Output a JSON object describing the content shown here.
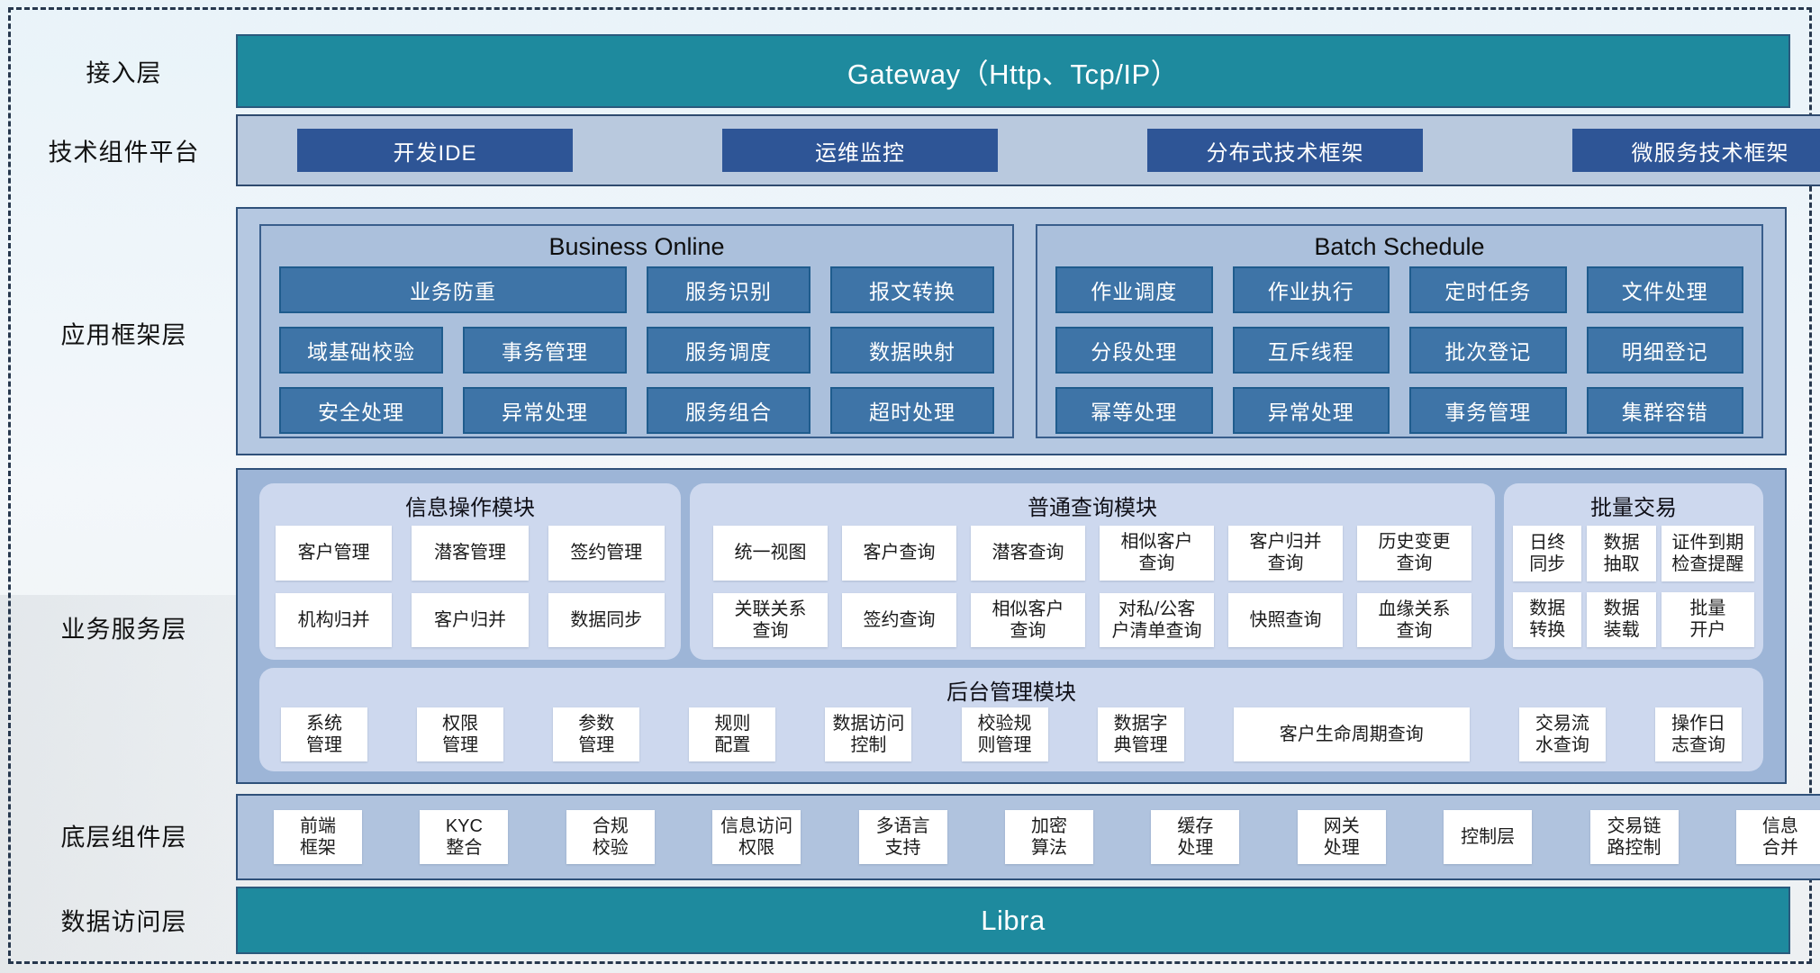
{
  "colors": {
    "teal_bar": "#1e8a9e",
    "navy_chip": "#2e5596",
    "steel_chip": "#3e74a7",
    "light_container": "#b9c9de",
    "framework_container": "#b5c8e1",
    "service_container": "#9db5d7",
    "module_bg": "#cdd8ee",
    "dashed_border": "#26374d"
  },
  "access_layer": {
    "label": "接入层",
    "bar": "Gateway（Http、Tcp/IP）"
  },
  "tech_layer": {
    "label": "技术组件平台",
    "items": [
      "开发IDE",
      "运维监控",
      "分布式技术框架",
      "微服务技术框架"
    ]
  },
  "framework_layer": {
    "label": "应用框架层",
    "business_online": {
      "title": "Business Online",
      "chips": [
        "业务防重",
        "服务识别",
        "报文转换",
        "域基础校验",
        "事务管理",
        "服务调度",
        "数据映射",
        "安全处理",
        "异常处理",
        "服务组合",
        "超时处理"
      ]
    },
    "batch_schedule": {
      "title": "Batch Schedule",
      "chips": [
        "作业调度",
        "作业执行",
        "定时任务",
        "文件处理",
        "分段处理",
        "互斥线程",
        "批次登记",
        "明细登记",
        "幂等处理",
        "异常处理",
        "事务管理",
        "集群容错"
      ]
    }
  },
  "service_layer": {
    "label": "业务服务层",
    "info_module": {
      "title": "信息操作模块",
      "chips": [
        "客户管理",
        "潜客管理",
        "签约管理",
        "机构归并",
        "客户归并",
        "数据同步"
      ]
    },
    "query_module": {
      "title": "普通查询模块",
      "chips": [
        "统一视图",
        "客户查询",
        "潜客查询",
        "相似客户\n查询",
        "客户归并\n查询",
        "历史变更\n查询",
        "关联关系\n查询",
        "签约查询",
        "相似客户\n查询",
        "对私/公客\n户清单查询",
        "快照查询",
        "血缘关系\n查询"
      ]
    },
    "batch_trade_module": {
      "title": "批量交易",
      "chips": [
        "日终\n同步",
        "数据\n抽取",
        "证件到期\n检查提醒",
        "数据\n转换",
        "数据\n装载",
        "批量\n开户"
      ]
    },
    "admin_module": {
      "title": "后台管理模块",
      "chips": [
        "系统\n管理",
        "权限\n管理",
        "参数\n管理",
        "规则\n配置",
        "数据访问\n控制",
        "校验规\n则管理",
        "数据字\n典管理",
        "客户生命周期查询",
        "交易流\n水查询",
        "操作日\n志查询"
      ]
    }
  },
  "base_layer": {
    "label": "底层组件层",
    "chips": [
      "前端\n框架",
      "KYC\n整合",
      "合规\n校验",
      "信息访问\n权限",
      "多语言\n支持",
      "加密\n算法",
      "缓存\n处理",
      "网关\n处理",
      "控制层",
      "交易链\n路控制",
      "信息\n合并"
    ]
  },
  "data_layer": {
    "label": "数据访问层",
    "bar": "Libra"
  }
}
